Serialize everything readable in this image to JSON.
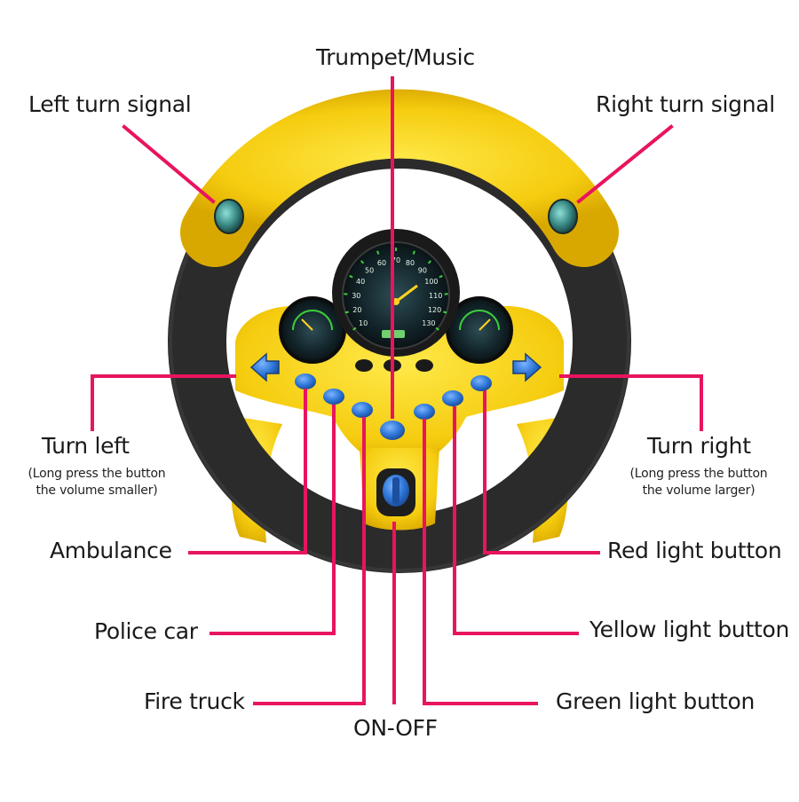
{
  "labels": {
    "trumpet_music": "Trumpet/Music",
    "left_turn_signal": "Left turn signal",
    "right_turn_signal": "Right turn signal",
    "turn_left": "Turn left",
    "turn_left_note_1": "(Long press the button",
    "turn_left_note_2": "the volume smaller)",
    "turn_right": "Turn right",
    "turn_right_note_1": "(Long press the button",
    "turn_right_note_2": "the volume  larger)",
    "ambulance": "Ambulance",
    "police_car": "Police car",
    "fire_truck": "Fire truck",
    "on_off": "ON-OFF",
    "red_light_button": "Red light button",
    "yellow_light_button": "Yellow light button",
    "green_light_button": "Green light button"
  },
  "speedometer": {
    "ticks": [
      "10",
      "20",
      "30",
      "40",
      "50",
      "60",
      "70",
      "80",
      "90",
      "100",
      "110",
      "120",
      "130"
    ]
  },
  "colors": {
    "leader_line": "#e8145f",
    "wheel_yellow": "#f7d417",
    "wheel_black": "#2a2a2a",
    "button_blue": "#2f78d8",
    "gauge_green": "#3ccf3c"
  }
}
